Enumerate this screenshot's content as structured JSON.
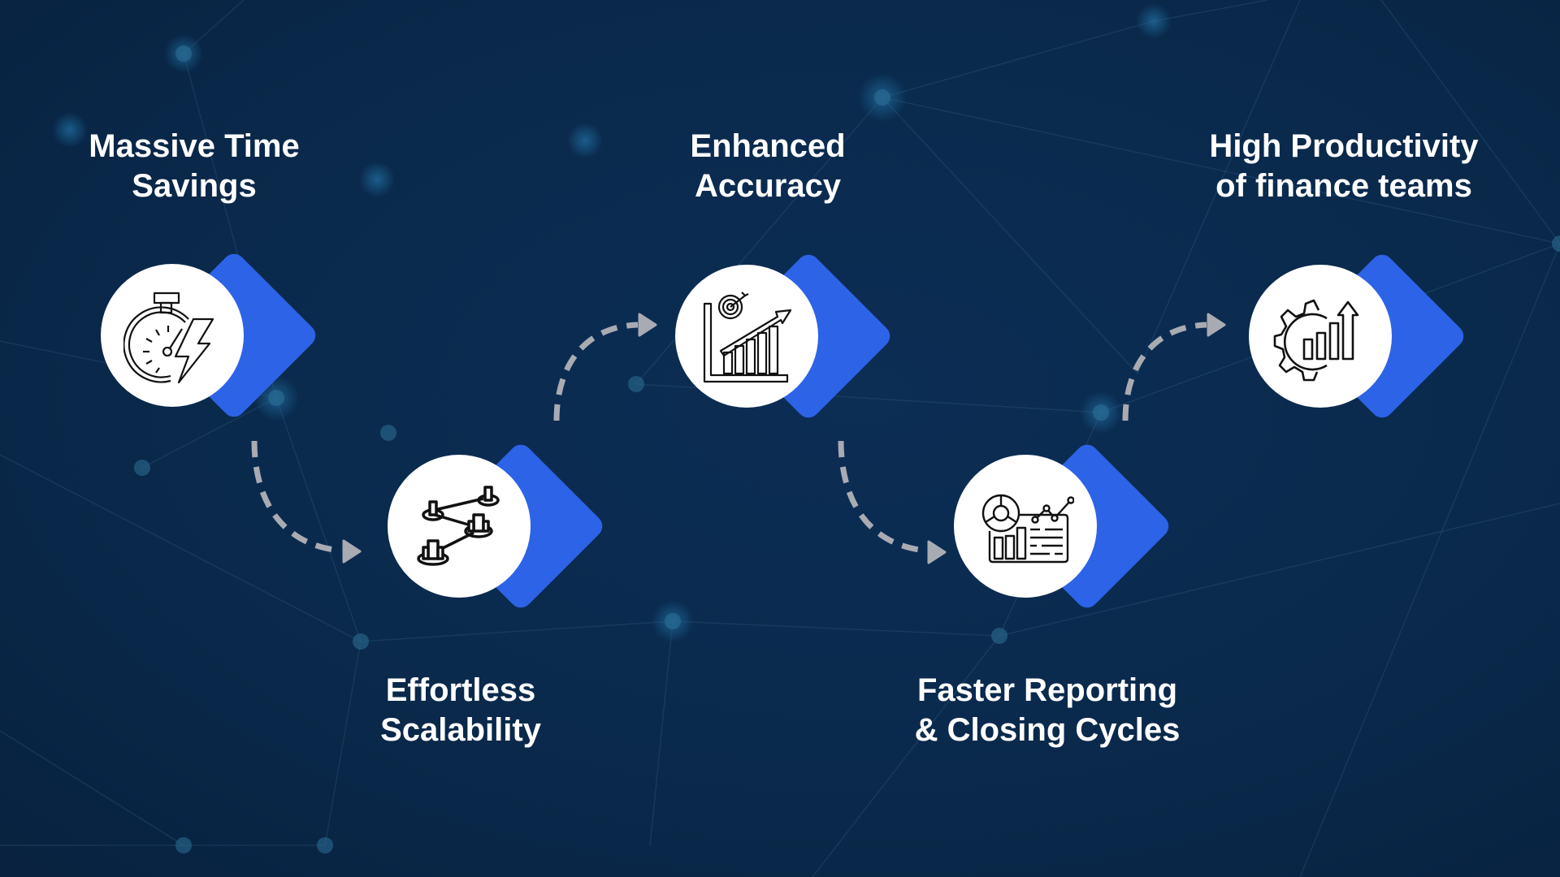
{
  "diagram": {
    "type": "process-flow",
    "steps": [
      {
        "id": "step-1",
        "title_lines": [
          "Massive Time",
          "Savings"
        ],
        "icon": "stopwatch-lightning-icon"
      },
      {
        "id": "step-2",
        "title_lines": [
          "Effortless",
          "Scalability"
        ],
        "icon": "network-bar-charts-icon"
      },
      {
        "id": "step-3",
        "title_lines": [
          "Enhanced",
          "Accuracy"
        ],
        "icon": "target-growth-chart-icon"
      },
      {
        "id": "step-4",
        "title_lines": [
          "Faster Reporting",
          "& Closing Cycles"
        ],
        "icon": "dashboard-report-icon"
      },
      {
        "id": "step-5",
        "title_lines": [
          "High Productivity",
          "of finance teams"
        ],
        "icon": "gear-growth-chart-icon"
      }
    ],
    "connectors": [
      {
        "from": "step-1",
        "to": "step-2",
        "style": "dashed-curved-arrow"
      },
      {
        "from": "step-2",
        "to": "step-3",
        "style": "dashed-curved-arrow"
      },
      {
        "from": "step-3",
        "to": "step-4",
        "style": "dashed-curved-arrow"
      },
      {
        "from": "step-4",
        "to": "step-5",
        "style": "dashed-curved-arrow"
      }
    ]
  },
  "colors": {
    "background": "#0a2a4d",
    "accent_diamond": "#2d63e6",
    "circle": "#ffffff",
    "arrow": "#a9abb3",
    "text": "#ffffff",
    "network_node": "#2a6a90"
  }
}
